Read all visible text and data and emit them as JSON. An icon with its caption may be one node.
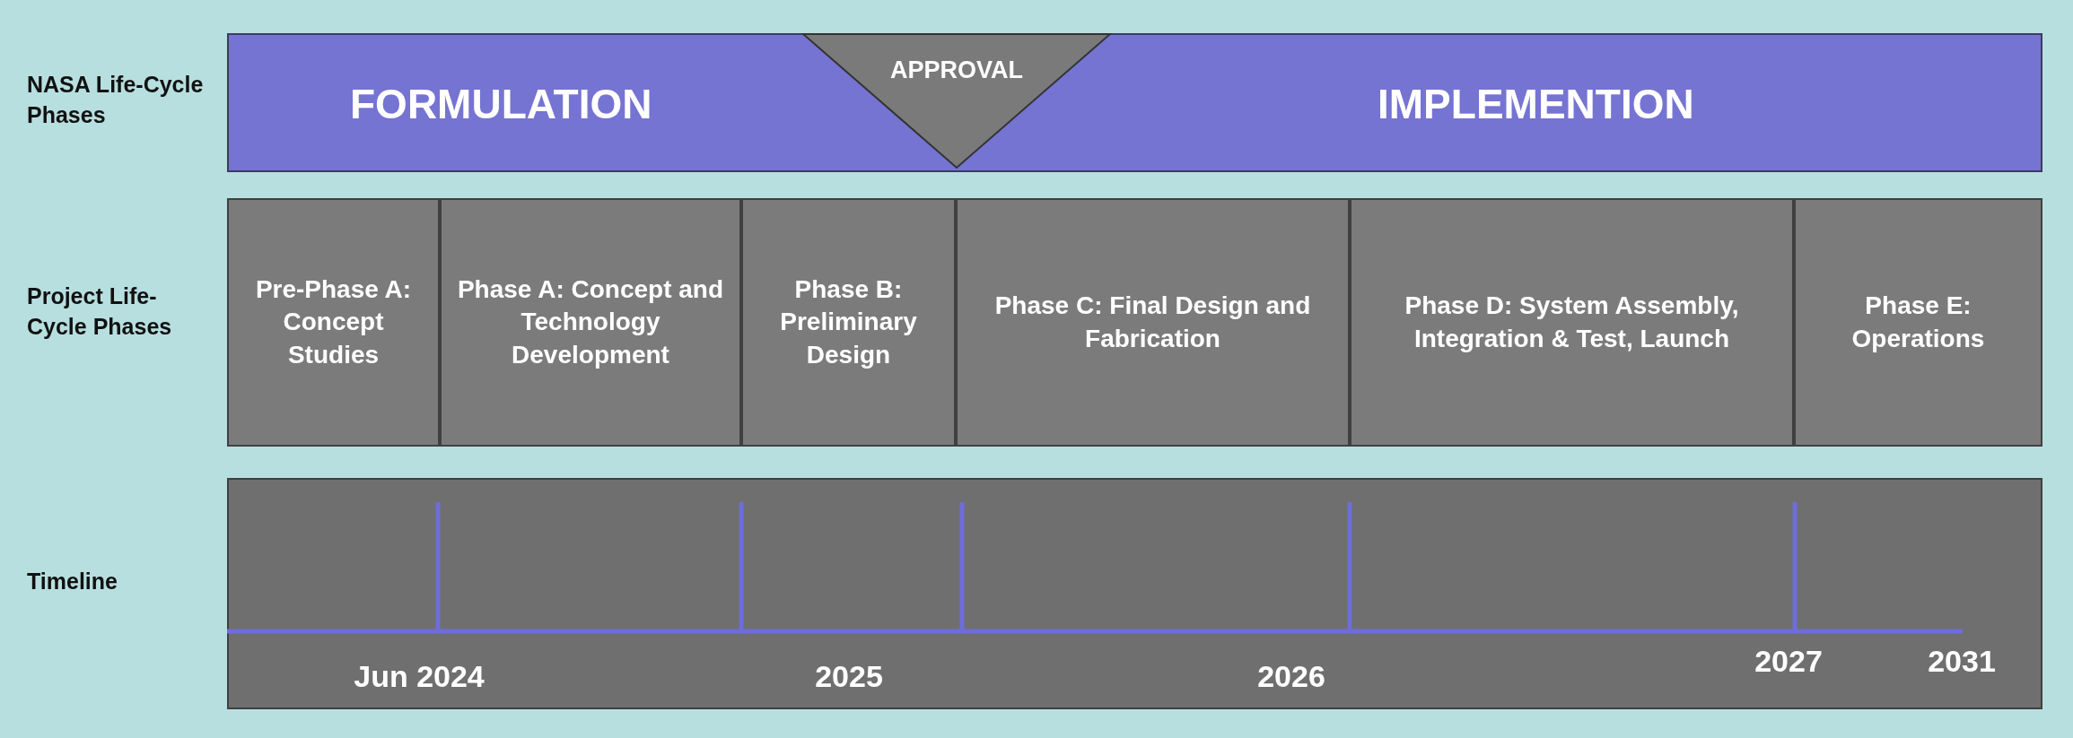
{
  "diagram": {
    "nodes": [
      {
        "text": [
          "FORMULATION",
          "IMPLEMENTION"
        ]
      },
      {
        "text": [
          "APPROVAL"
        ],
        "in": 0
      },
      {
        "text": [
          "Pre-Phase A: Concept Studies"
        ]
      },
      {
        "text": [
          "Phase A: Concept and Technology Development"
        ]
      },
      {
        "text": [
          "Phase B: Preliminary Design"
        ]
      },
      {
        "text": [
          "Phase C: Final Design and Fabrication"
        ]
      },
      {
        "text": [
          "Phase D: System Assembly, Integration & Test, Launch"
        ]
      },
      {
        "text": [
          "Phase E: Operations"
        ]
      },
      {
        "text": [],
        "shape": "bar"
      }
    ],
    "edges": [],
    "labels": [
      "NASA Life-Cycle Phases",
      "Project Life-Cycle Phases",
      "Timeline",
      "Jun 2024",
      "2025",
      "2026",
      "2027",
      "2031"
    ]
  }
}
